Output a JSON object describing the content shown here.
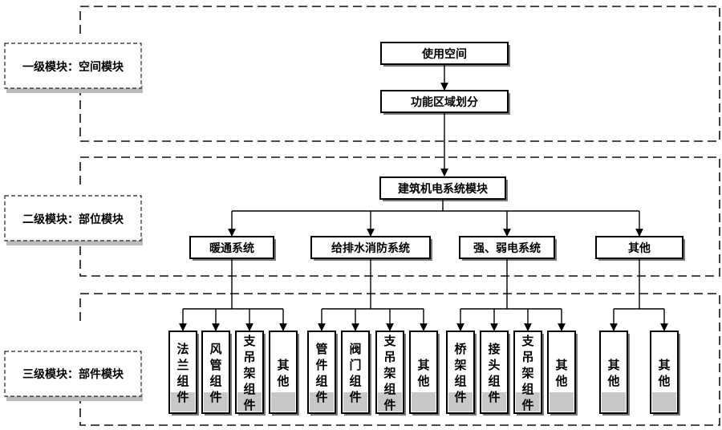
{
  "levels": [
    {
      "label": "一级模块：空间模块"
    },
    {
      "label": "二级模块：部位模块"
    },
    {
      "label": "三级模块：部件模块"
    }
  ],
  "level1": {
    "nodes": [
      "使用空间",
      "功能区域划分"
    ]
  },
  "level2": {
    "root": "建筑机电系统模块",
    "systems": [
      "暖通系统",
      "给排水消防系统",
      "强、弱电系统",
      "其他"
    ]
  },
  "level3": {
    "groups": [
      [
        "法兰组件",
        "风管组件",
        "支吊架组件",
        "其他"
      ],
      [
        "管件组件",
        "阀门组件",
        "支吊架组件",
        "其他"
      ],
      [
        "桥架组件",
        "接头组件",
        "支吊架组件",
        "其他"
      ],
      [
        "其他",
        "其他"
      ]
    ]
  }
}
